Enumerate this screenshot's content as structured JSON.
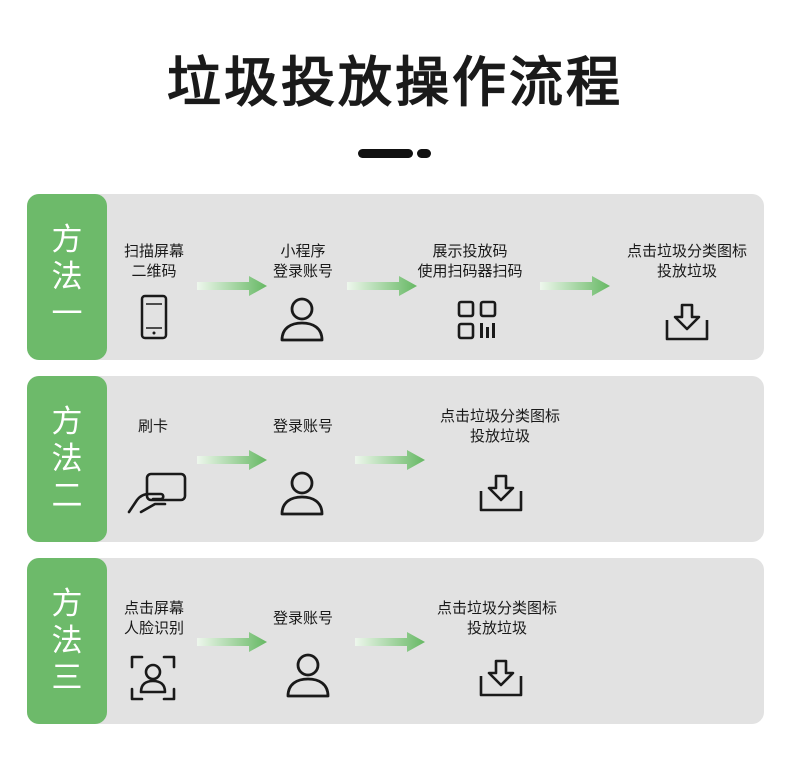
{
  "title": "垃圾投放操作流程",
  "methods": [
    {
      "name": [
        "方",
        "法",
        "一"
      ],
      "steps": [
        {
          "lines": [
            "扫描屏幕",
            "二维码"
          ],
          "icon": "phone-icon"
        },
        {
          "lines": [
            "小程序",
            "登录账号"
          ],
          "icon": "user-icon"
        },
        {
          "lines": [
            "展示投放码",
            "使用扫码器扫码"
          ],
          "icon": "qr-code-icon"
        },
        {
          "lines": [
            "点击垃圾分类图标",
            "投放垃圾"
          ],
          "icon": "download-tray-icon"
        }
      ]
    },
    {
      "name": [
        "方",
        "法",
        "二"
      ],
      "steps": [
        {
          "lines": [
            "刷卡"
          ],
          "icon": "card-swipe-icon"
        },
        {
          "lines": [
            "登录账号"
          ],
          "icon": "user-icon"
        },
        {
          "lines": [
            "点击垃圾分类图标",
            "投放垃圾"
          ],
          "icon": "download-tray-icon"
        }
      ]
    },
    {
      "name": [
        "方",
        "法",
        "三"
      ],
      "steps": [
        {
          "lines": [
            "点击屏幕",
            "人脸识别"
          ],
          "icon": "face-scan-icon"
        },
        {
          "lines": [
            "登录账号"
          ],
          "icon": "user-icon"
        },
        {
          "lines": [
            "点击垃圾分类图标",
            "投放垃圾"
          ],
          "icon": "download-tray-icon"
        }
      ]
    }
  ],
  "colors": {
    "accent_green": "#6dba6a",
    "panel_bg": "#e2e2e2",
    "arrow_start": "#e4f2e3",
    "arrow_end": "#6dba6a"
  }
}
